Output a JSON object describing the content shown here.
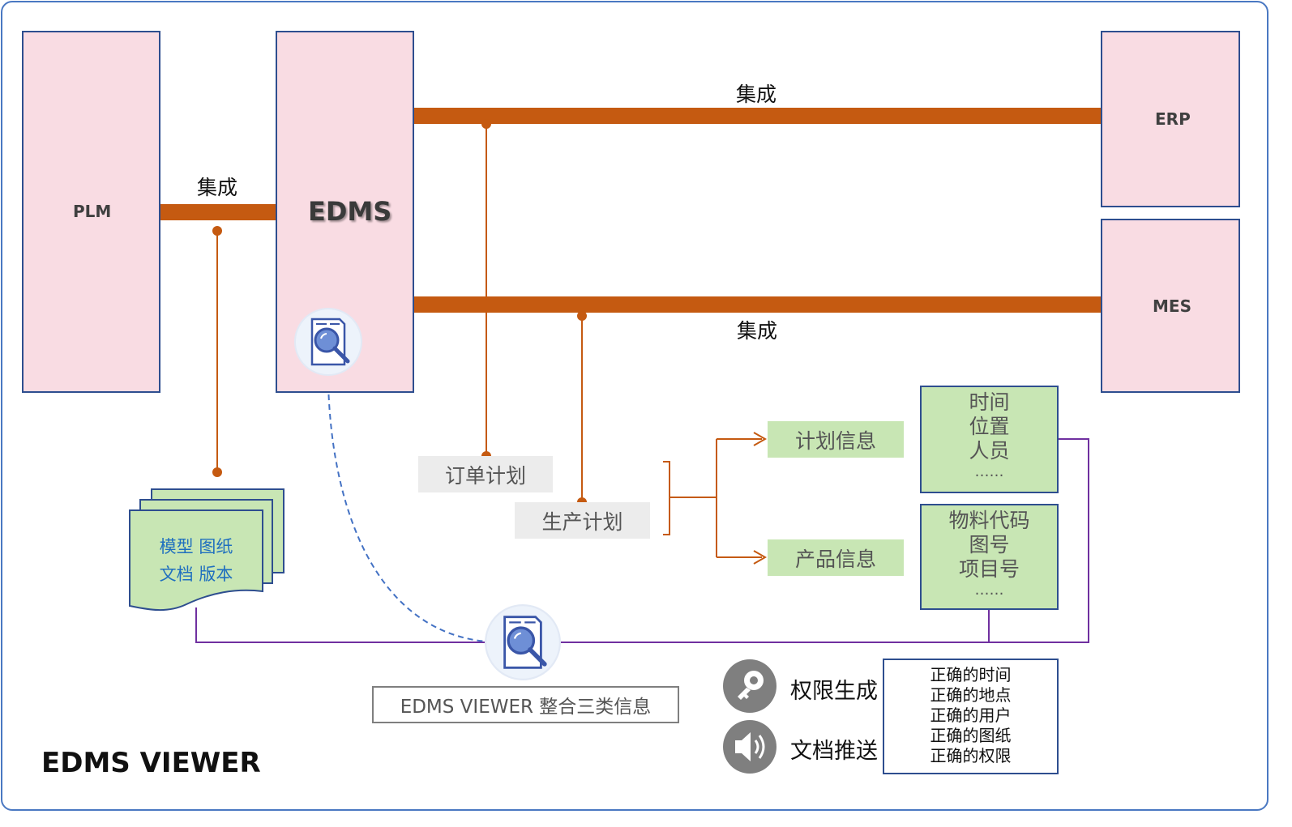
{
  "systems": {
    "plm": "PLM",
    "edms": "EDMS",
    "erp": "ERP",
    "mes": "MES"
  },
  "integration": {
    "plm_edms": "集成",
    "edms_erp": "集成",
    "edms_mes": "集成"
  },
  "document_stack": {
    "line1": "模型 图纸",
    "line2": "文档 版本"
  },
  "plans": {
    "order_plan": "订单计划",
    "production_plan": "生产计划"
  },
  "info": {
    "plan_info": "计划信息",
    "product_info": "产品信息",
    "plan_details": [
      "时间",
      "位置",
      "人员",
      "……"
    ],
    "product_details": [
      "物料代码",
      "图号",
      "项目号",
      "……"
    ]
  },
  "viewer_box": "EDMS VIEWER 整合三类信息",
  "actions": {
    "permission": "权限生成",
    "push": "文档推送"
  },
  "rights": [
    "正确的时间",
    "正确的地点",
    "正确的用户",
    "正确的图纸",
    "正确的权限"
  ],
  "footer_title": "EDMS VIEWER",
  "colors": {
    "system_fill": "#f9dce3",
    "system_border": "#2e4e8f",
    "arrow": "#c55a11",
    "green": "#c8e6b4",
    "purple_line": "#7030a0",
    "dashed_line": "#4472c4",
    "icon_gray": "#7f7f7f"
  },
  "icons": {
    "viewer": "document-magnifier-icon",
    "permission": "key-icon",
    "push": "speaker-icon"
  }
}
